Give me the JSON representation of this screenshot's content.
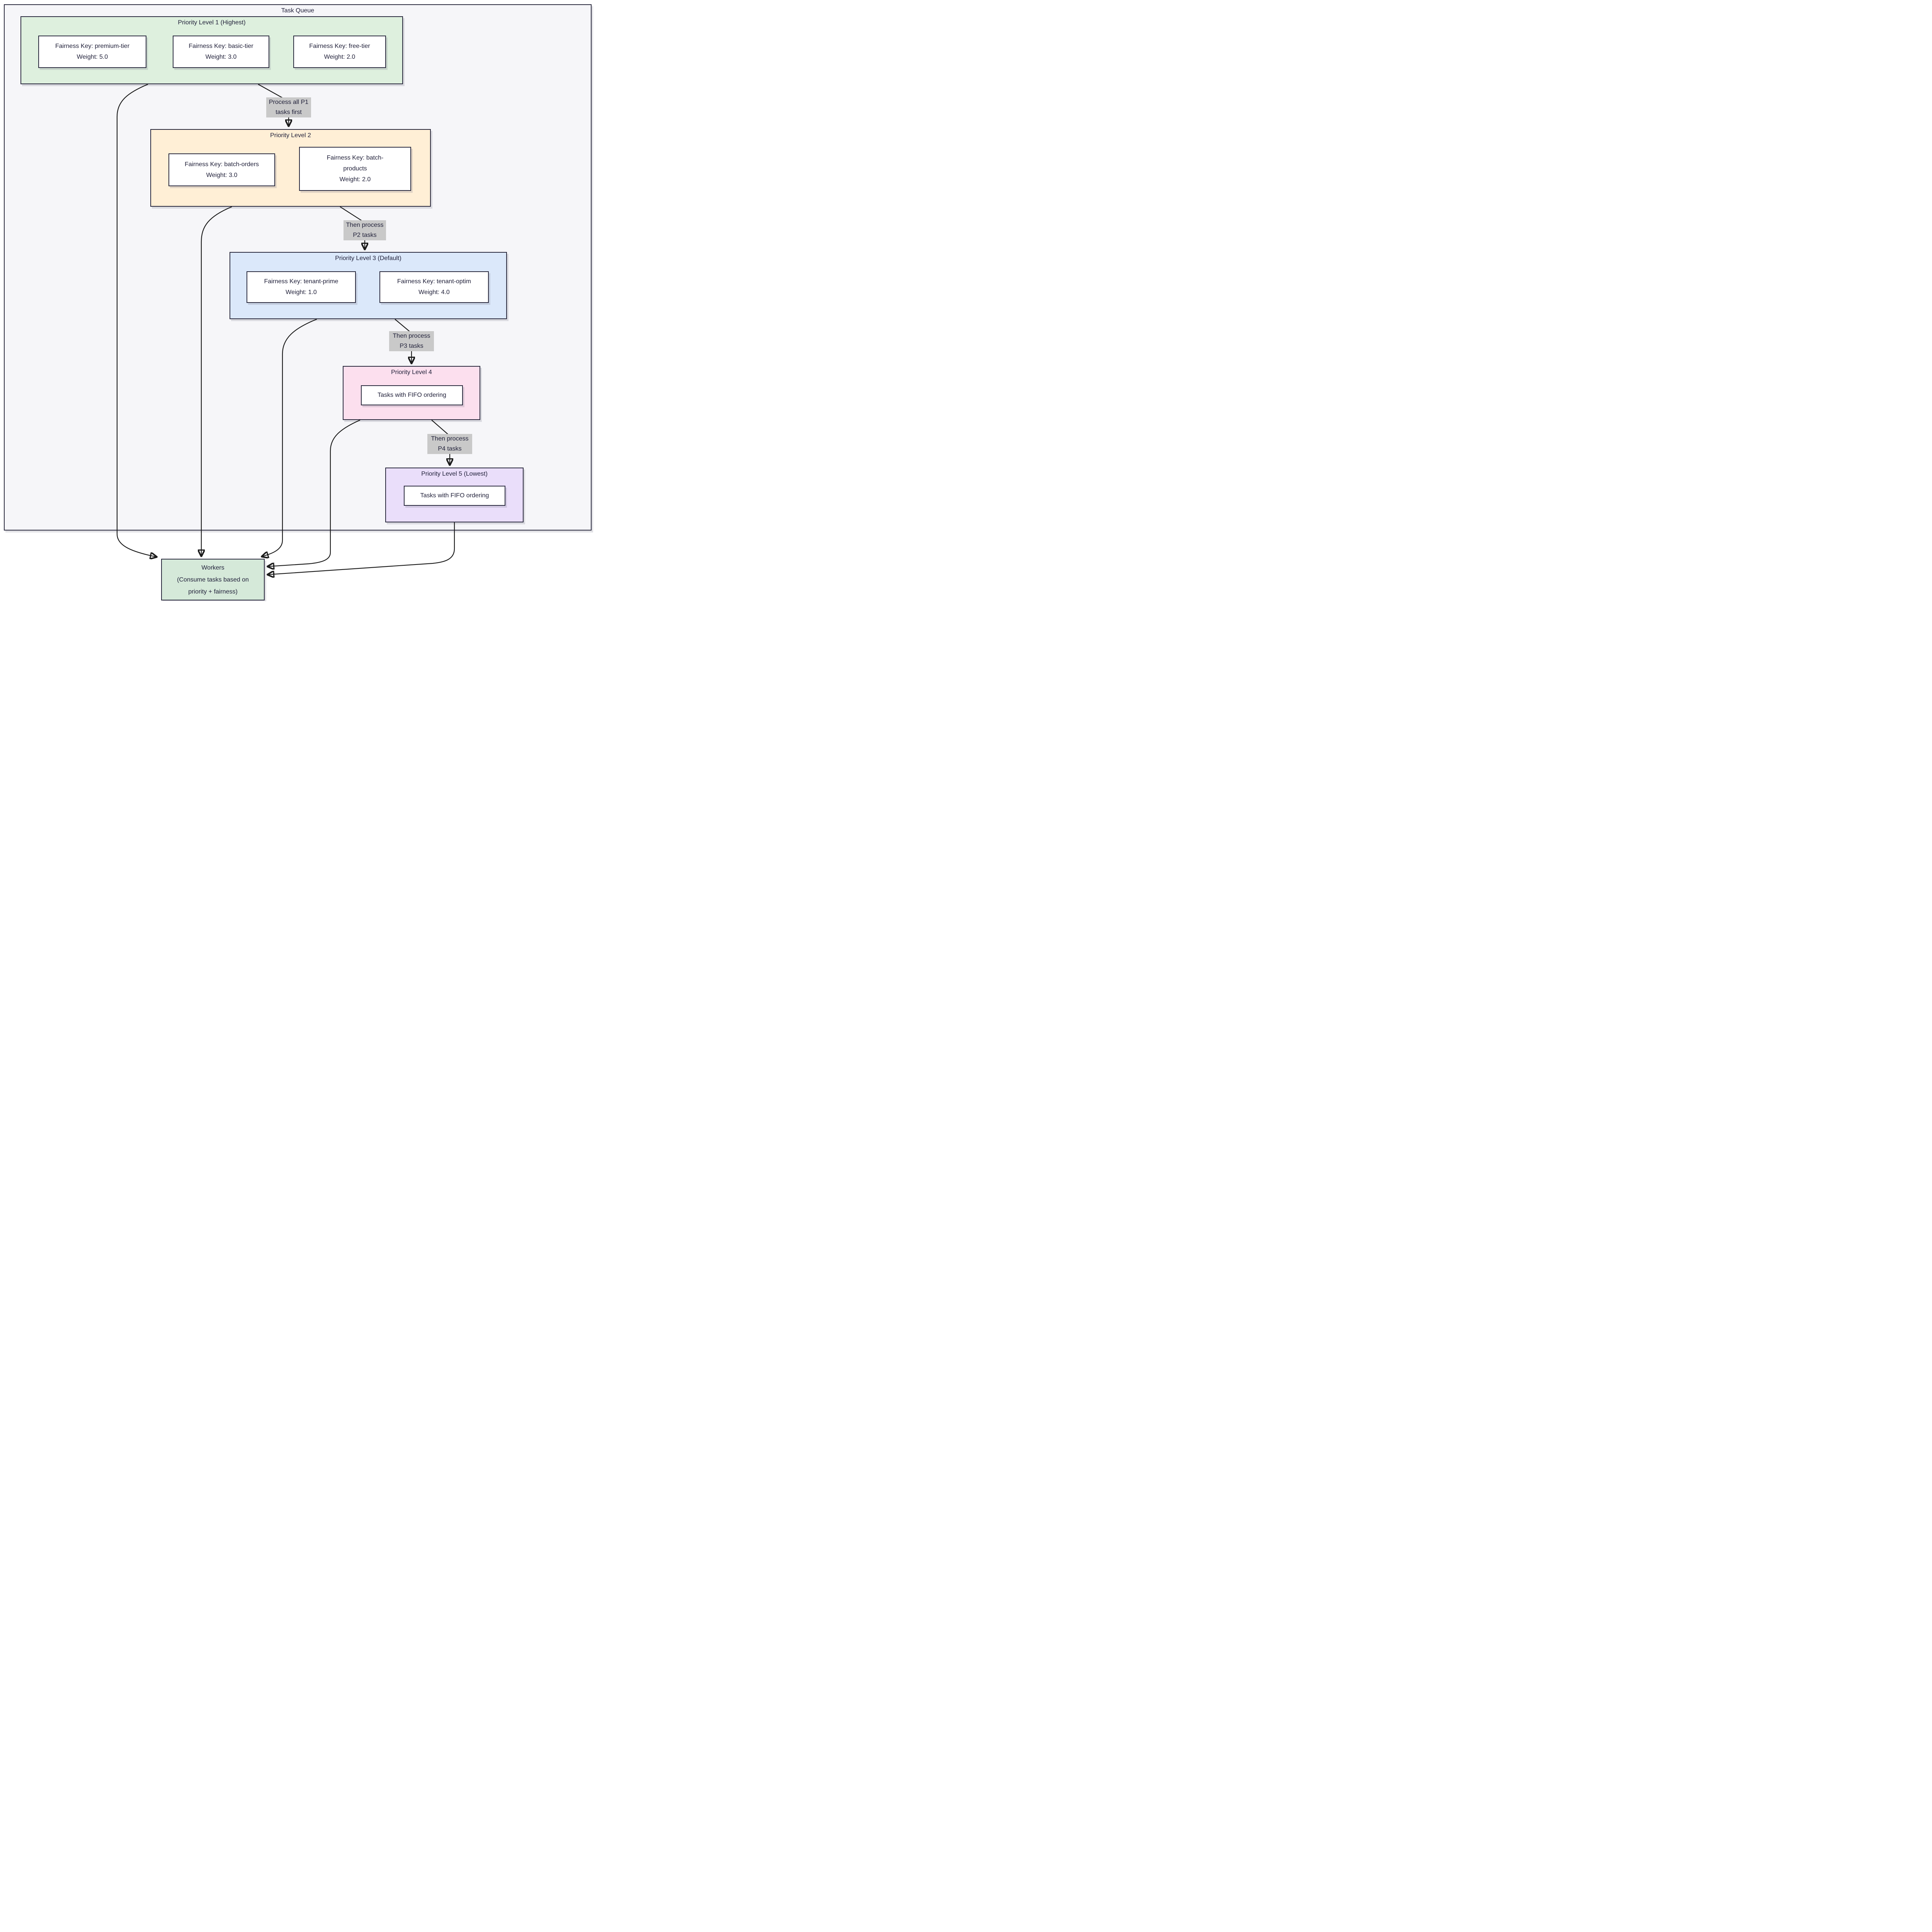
{
  "container": {
    "title": "Task Queue"
  },
  "clusters": {
    "p1": {
      "title": "Priority Level 1 (Highest)",
      "nodes": {
        "premium": {
          "lines": [
            "Fairness Key: premium-tier",
            "Weight: 5.0"
          ]
        },
        "basic": {
          "lines": [
            "Fairness Key: basic-tier",
            "Weight: 3.0"
          ]
        },
        "free": {
          "lines": [
            "Fairness Key: free-tier",
            "Weight: 2.0"
          ]
        }
      }
    },
    "p2": {
      "title": "Priority Level 2",
      "nodes": {
        "batch_orders": {
          "lines": [
            "Fairness Key: batch-orders",
            "Weight: 3.0"
          ]
        },
        "batch_products": {
          "lines": [
            "Fairness Key: batch-",
            "products",
            "Weight: 2.0"
          ]
        }
      }
    },
    "p3": {
      "title": "Priority Level 3 (Default)",
      "nodes": {
        "tenant_prime": {
          "lines": [
            "Fairness Key: tenant-prime",
            "Weight: 1.0"
          ]
        },
        "tenant_optim": {
          "lines": [
            "Fairness Key: tenant-optim",
            "Weight: 4.0"
          ]
        }
      }
    },
    "p4": {
      "title": "Priority Level 4",
      "nodes": {
        "fifo": {
          "lines": [
            "Tasks with FIFO ordering"
          ]
        }
      }
    },
    "p5": {
      "title": "Priority Level 5 (Lowest)",
      "nodes": {
        "fifo": {
          "lines": [
            "Tasks with FIFO ordering"
          ]
        }
      }
    }
  },
  "workers": {
    "lines": [
      "Workers",
      "(Consume tasks based on",
      "priority + fairness)"
    ]
  },
  "edge_labels": {
    "p1_p2": {
      "lines": [
        "Process all P1",
        "tasks first"
      ]
    },
    "p2_p3": {
      "lines": [
        "Then process",
        "P2 tasks"
      ]
    },
    "p3_p4": {
      "lines": [
        "Then process",
        "P3 tasks"
      ]
    },
    "p4_p5": {
      "lines": [
        "Then process",
        "P4 tasks"
      ]
    }
  },
  "colors": {
    "container_fill": "#f6f6f9",
    "border": "#2a2a3e",
    "p1_fill": "#def0de",
    "p2_fill": "#ffefd6",
    "p3_fill": "#dbe8fa",
    "p4_fill": "#fcdfee",
    "p5_fill": "#eadefa",
    "workers_fill": "#d5e9d9",
    "node_fill": "#ffffff",
    "edge_label_bg": "#c9c9c9",
    "edge_line": "#1b1b1b",
    "text": "#21213a"
  }
}
